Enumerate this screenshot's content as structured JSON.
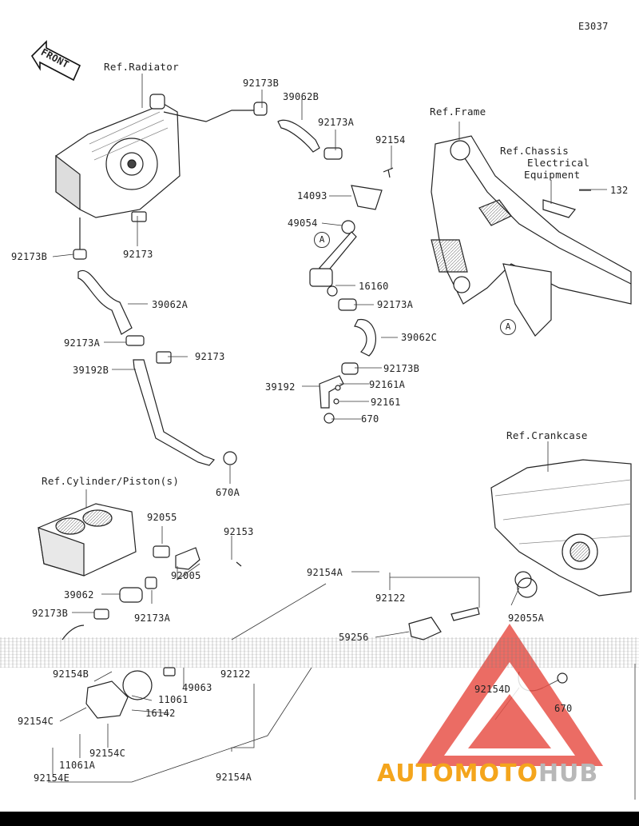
{
  "diagram_code": "E3037",
  "front_label": "FRONT",
  "refs": {
    "radiator": "Ref.Radiator",
    "frame": "Ref.Frame",
    "chassis_line1": "Ref.Chassis",
    "chassis_line2": "Electrical",
    "chassis_line3": "Equipment",
    "crankcase": "Ref.Crankcase",
    "cylinder": "Ref.Cylinder/Piston(s)"
  },
  "callout_marker": "A",
  "part_labels": {
    "p92173B_top": "92173B",
    "p39062B": "39062B",
    "p92173A_top": "92173A",
    "p92154_top": "92154",
    "p14093": "14093",
    "p49054": "49054",
    "p16160": "16160",
    "p92173A_mid": "92173A",
    "p39062C": "39062C",
    "p92173B_mid": "92173B",
    "p39192": "39192",
    "p92161A": "92161A",
    "p92161": "92161",
    "p670_mid": "670",
    "p92173B_left": "92173B",
    "p92173": "92173",
    "p39062A": "39062A",
    "p92173A_left": "92173A",
    "p92173_left": "92173",
    "p39192B": "39192B",
    "p670A": "670A",
    "p132": "132",
    "p92055": "92055",
    "p92153": "92153",
    "p92005": "92005",
    "p39062": "39062",
    "p92173B_low": "92173B",
    "p92173A_low": "92173A",
    "p92154A_mid": "92154A",
    "p92122_mid": "92122",
    "p59256": "59256",
    "p92055A": "92055A",
    "p92154B": "92154B",
    "p49063": "49063",
    "p11061": "11061",
    "p92122_low": "92122",
    "p16142": "16142",
    "p92154C_left": "92154C",
    "p92154C": "92154C",
    "p11061A": "11061A",
    "p92154E": "92154E",
    "p92154A_low": "92154A",
    "p92154D": "92154D",
    "p670_low": "670"
  },
  "watermark": {
    "part1": "AUTOMOTO",
    "part2": "HUB",
    "color_primary": "#f4a51c",
    "color_secondary": "#b8b8b8",
    "triangle_color": "#e8534a"
  }
}
